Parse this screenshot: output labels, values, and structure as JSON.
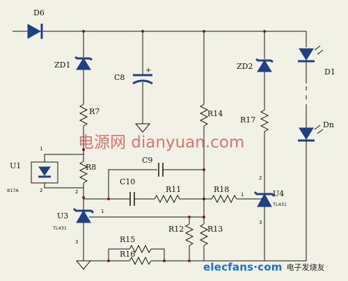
{
  "watermark": "电源网  dianyuan.com",
  "labels": {
    "d6": "D6",
    "zd1": "ZD1",
    "zd2": "ZD2",
    "c8": "C8",
    "r7": "R7",
    "r14": "R14",
    "r17": "R17",
    "d1": "D1",
    "dn": "Dn",
    "u1": "U1",
    "opto_part": "817A",
    "r8": "R8",
    "c9": "C9",
    "c10": "C10",
    "r11": "R11",
    "r18": "R18",
    "u4": "U4",
    "u4_part": "TL431",
    "u3": "U3",
    "u3_part": "TL431",
    "r12": "R12",
    "r13": "R13",
    "r15": "R15",
    "r16": "R16"
  },
  "pins": {
    "u1_p1": "1",
    "u1_p2": "2",
    "u3_p1": "1",
    "u3_p2": "2",
    "u3_p3": "3",
    "u4_p1": "1",
    "u4_p2": "2",
    "u4_p3": "3"
  },
  "logo": {
    "brand": "elecfans·com",
    "tagline": "电子发烧友"
  },
  "colors": {
    "component": "#1f3f86",
    "wire": "#111111",
    "node": "#8a1d1d",
    "background": "#f2f1e6"
  }
}
